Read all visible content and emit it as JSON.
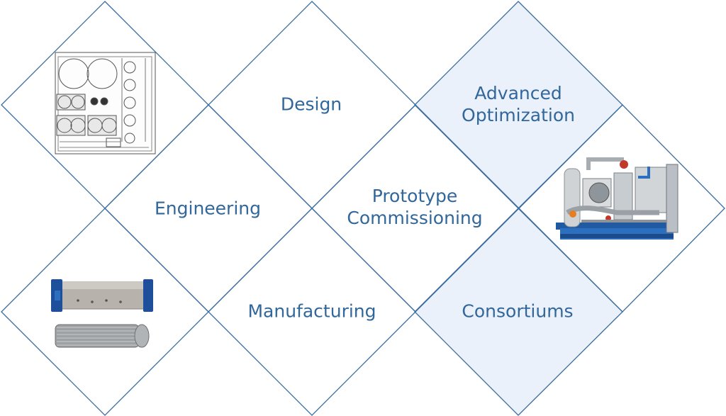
{
  "colors": {
    "line": "#3a6d9e",
    "text": "#31679a",
    "highlight_fill": "#eaf1fb",
    "background": "#ffffff"
  },
  "tiles": {
    "design": "Design",
    "engineering": "Engineering",
    "manufacturing": "Manufacturing",
    "prototype_line1": "Prototype",
    "prototype_line2": "Commissioning",
    "advanced_line1": "Advanced",
    "advanced_line2": "Optimization",
    "consortiums": "Consortiums"
  },
  "highlighted_tiles": [
    "advanced-optimization",
    "consortiums"
  ]
}
